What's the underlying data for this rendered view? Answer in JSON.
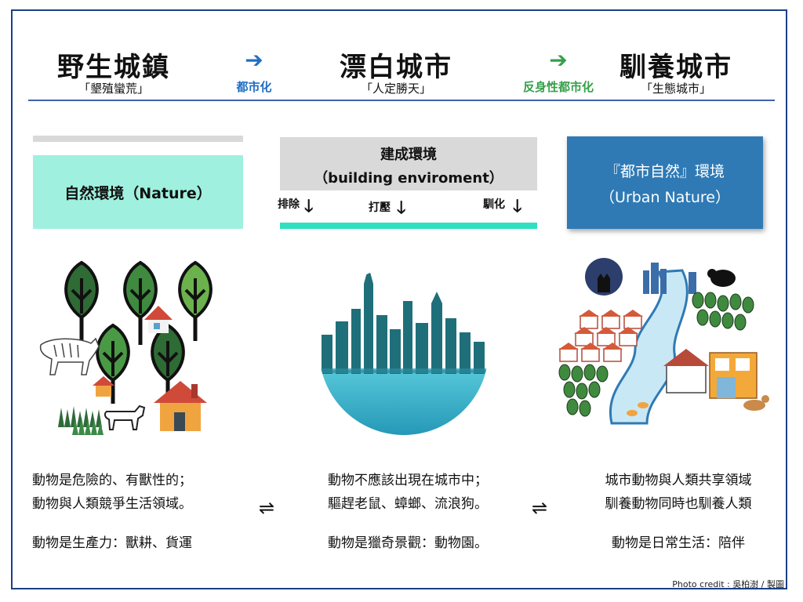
{
  "stages": [
    {
      "title": "野生城鎮",
      "subtitle": "「墾殖蠻荒」"
    },
    {
      "title": "漂白城市",
      "subtitle": "「人定勝天」"
    },
    {
      "title": "馴養城市",
      "subtitle": "「生態城市」"
    }
  ],
  "transitions": [
    {
      "label": "都市化",
      "color": "#1f6fc5"
    },
    {
      "label": "反身性都市化",
      "color": "#35a04a"
    }
  ],
  "panels": {
    "nature": {
      "label": "自然環境（Nature）",
      "color": "#9ff0df"
    },
    "built": {
      "line1": "建成環境",
      "line2": "（building enviroment）",
      "color": "#d9d9d9",
      "actions": [
        "排除",
        "打壓",
        "馴化"
      ],
      "bar_color": "#2ee0bf"
    },
    "urban_nature": {
      "line1": "『都市自然』環境",
      "line2": "（Urban Nature）",
      "color": "#2f7ab5"
    }
  },
  "descriptions": {
    "left": {
      "line1": "動物是危險的、有獸性的；",
      "line2": "動物與人類競爭生活領域。",
      "line3": "動物是生產力：獸耕、貨運"
    },
    "center": {
      "line1": "動物不應該出現在城市中；",
      "line2": "驅趕老鼠、蟑螂、流浪狗。",
      "line3": "動物是獵奇景觀：動物園。"
    },
    "right": {
      "line1": "城市動物與人類共享領域",
      "line2": "馴養動物同時也馴養人類",
      "line3": "動物是日常生活：陪伴"
    }
  },
  "icons": {
    "arrow": "right-arrow-icon",
    "down": "down-arrow-icon",
    "exchange": "equilibrium-arrows-icon"
  },
  "credit": "Photo credit : 吳柏澍 / 製圖"
}
